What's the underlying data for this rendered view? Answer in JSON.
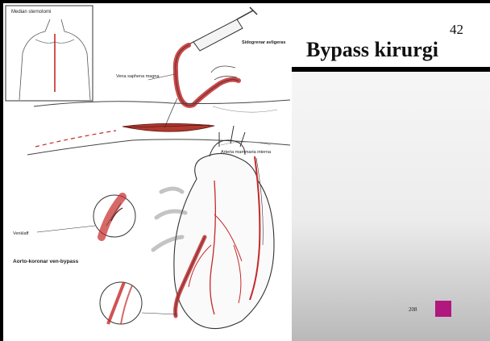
{
  "slide": {
    "number": "42",
    "title": "Bypass kirurgi",
    "page_ref": "208"
  },
  "figure": {
    "labels": {
      "median": "Median sternotomi",
      "sidogrenar": "Sidogrenar avligeras",
      "vena": "Vena saphena magna",
      "arteria": "Arteria mammaria interna",
      "venklaff": "Venklaff",
      "aorto": "Aorto-koronar ven-bypass"
    }
  },
  "colors": {
    "accent": "#b0177f",
    "vessel_red": "#c62828",
    "line": "#333333",
    "title_rule": "#000000"
  }
}
